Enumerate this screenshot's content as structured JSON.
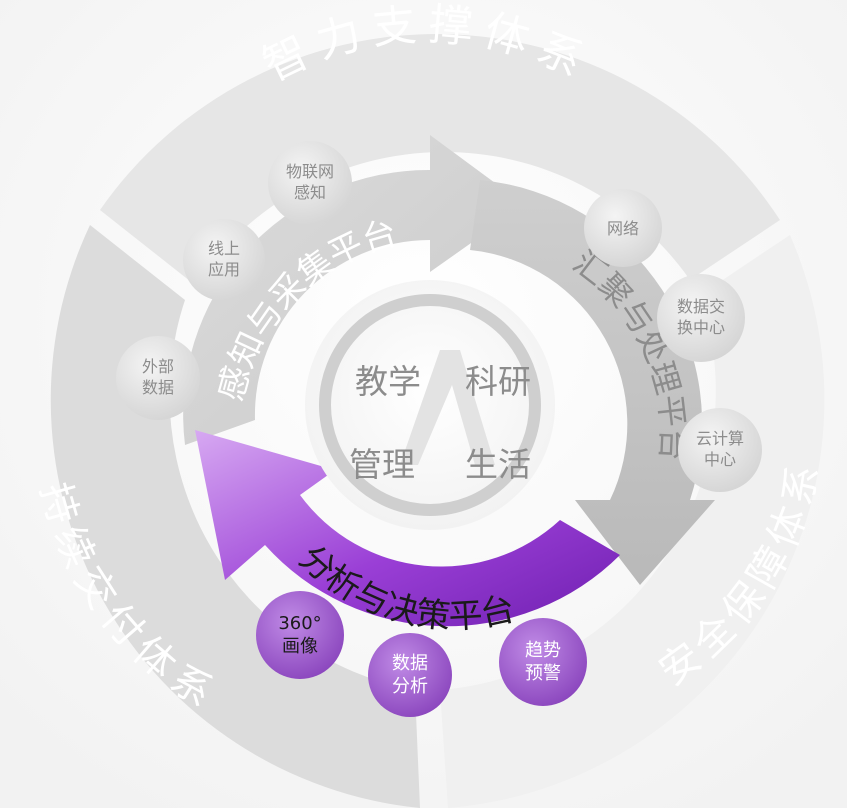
{
  "outer_ring": {
    "top": "智力支撑体系",
    "right": "安全保障体系",
    "left": "持续交付体系"
  },
  "arrows": {
    "perception": "感知与采集平台",
    "aggregation": "汇聚与处理平台",
    "analysis": "分析与决策平台"
  },
  "center": {
    "top_left": "教学",
    "top_right": "科研",
    "bottom_left": "管理",
    "bottom_right": "生活"
  },
  "nodes": {
    "iot": [
      "物联网",
      "感知"
    ],
    "online": [
      "线上",
      "应用"
    ],
    "external": [
      "外部",
      "数据"
    ],
    "network": [
      "网络"
    ],
    "exchange": [
      "数据交",
      "换中心"
    ],
    "cloud": [
      "云计算",
      "中心"
    ],
    "portrait": [
      "360°",
      "画像"
    ],
    "data_analysis": [
      "数据",
      "分析"
    ],
    "trend": [
      "趋势",
      "预警"
    ]
  },
  "colors": {
    "ring_light": "#e9e9e9",
    "ring_mid": "#d6d6d6",
    "text_light": "#ffffff",
    "text_gray": "#8c8c8c",
    "purple": "#8e35c9",
    "purple_light": "#c99be8",
    "purple_node": "#9b5cc4"
  }
}
